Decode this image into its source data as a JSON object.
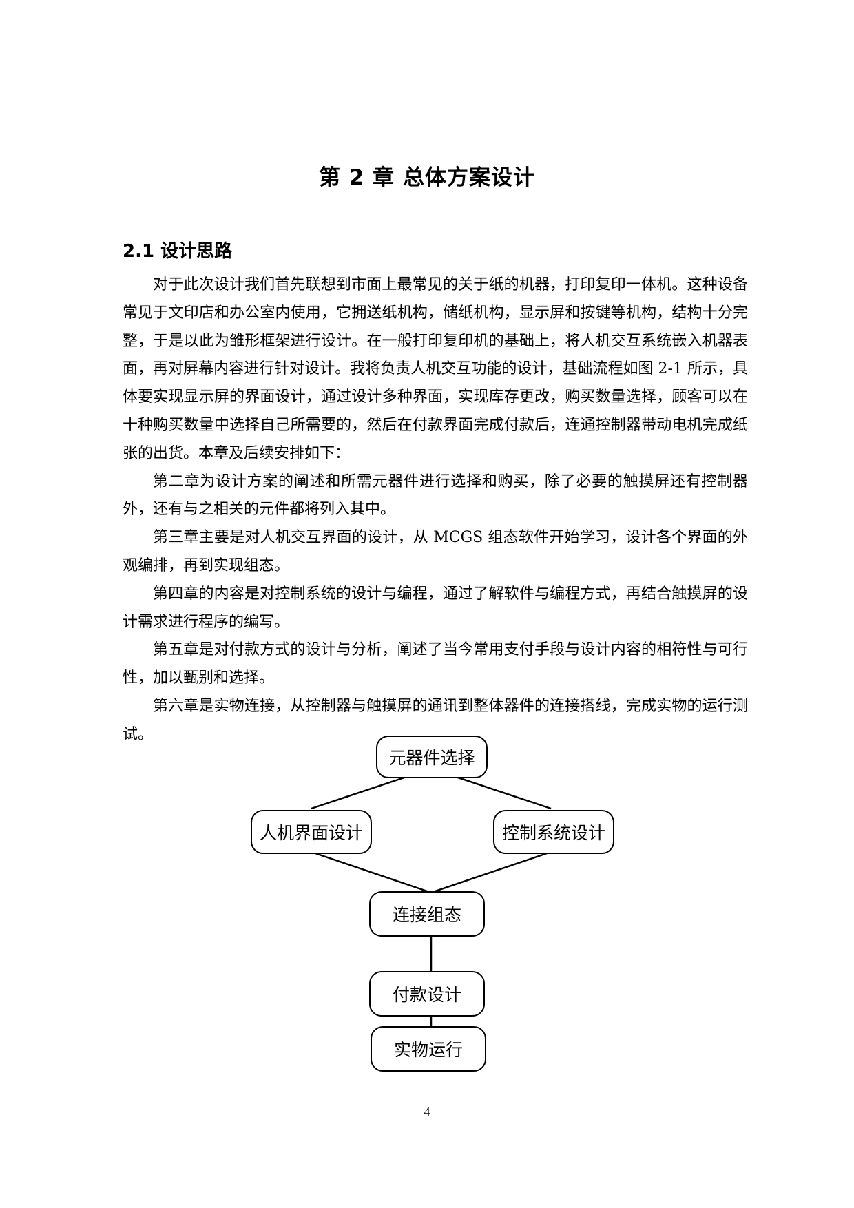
{
  "chapter_title": "第 2 章  总体方案设计",
  "section": {
    "number_title": "2.1  设计思路"
  },
  "paragraphs": [
    "对于此次设计我们首先联想到市面上最常见的关于纸的机器，打印复印一体机。这种设备常见于文印店和办公室内使用，它拥送纸机构，储纸机构，显示屏和按键等机构，结构十分完整，于是以此为雏形框架进行设计。在一般打印复印机的基础上，将人机交互系统嵌入机器表面，再对屏幕内容进行针对设计。我将负责人机交互功能的设计，基础流程如图 2-1 所示，具体要实现显示屏的界面设计，通过设计多种界面，实现库存更改，购买数量选择，顾客可以在十种购买数量中选择自己所需要的，然后在付款界面完成付款后，连通控制器带动电机完成纸张的出货。本章及后续安排如下：",
    "第二章为设计方案的阐述和所需元器件进行选择和购买，除了必要的触摸屏还有控制器外，还有与之相关的元件都将列入其中。",
    "第三章主要是对人机交互界面的设计，从 MCGS 组态软件开始学习，设计各个界面的外观编排，再到实现组态。",
    "第四章的内容是对控制系统的设计与编程，通过了解软件与编程方式，再结合触摸屏的设计需求进行程序的编写。",
    "第五章是对付款方式的设计与分析，阐述了当今常用支付手段与设计内容的相符性与可行性，加以甄别和选择。",
    "第六章是实物连接，从控制器与触摸屏的通讯到整体器件的连接搭线，完成实物的运行测试。"
  ],
  "flowchart": {
    "nodes": {
      "component_selection": "元器件选择",
      "hmi_design": "人机界面设计",
      "control_system_design": "控制系统设计",
      "connection_config": "连接组态",
      "payment_design": "付款设计",
      "physical_run": "实物运行"
    }
  },
  "page_number": "4"
}
